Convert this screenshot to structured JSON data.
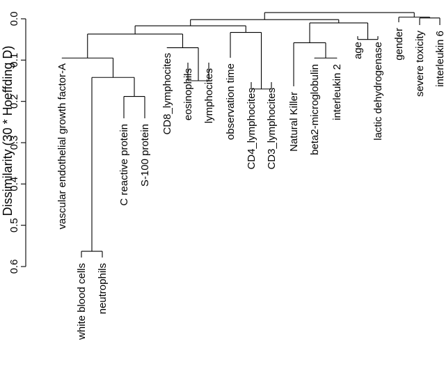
{
  "chart_data": {
    "type": "dendrogram",
    "ylabel": "Dissimilarity (30 * Hoeffding D)",
    "ylim": [
      0.0,
      0.6
    ],
    "yticks": [
      "0.0",
      "0.1",
      "0.2",
      "0.3",
      "0.4",
      "0.5",
      "0.6"
    ],
    "tick_values": [
      0.0,
      0.1,
      0.2,
      0.3,
      0.4,
      0.5,
      0.6
    ],
    "leaves": [
      "vascular endothelial growth factor-A",
      "white blood cells",
      "neutrophils",
      "C reactive protein",
      "S-100 protein",
      "CD8_lymphocites",
      "eosinophils",
      "lymphocites",
      "observation time",
      "CD4_lymphocites",
      "CD3_lymphocites",
      "Natural Killer",
      "beta2-microglobulin",
      "interleukin 2",
      "age",
      "lactic dehydrogenase",
      "gender",
      "severe toxicity",
      "interleukin 6"
    ],
    "merges": [
      {
        "left": "white blood cells",
        "right": "neutrophils",
        "height": 0.563
      },
      {
        "left": "C reactive protein",
        "right": "S-100 protein",
        "height": 0.188
      },
      {
        "left": [
          "white blood cells",
          "neutrophils"
        ],
        "right": [
          "C reactive protein",
          "S-100 protein"
        ],
        "height": 0.142
      },
      {
        "left": "vascular endothelial growth factor-A",
        "right": [
          "white blood cells",
          "neutrophils",
          "C reactive protein",
          "S-100 protein"
        ],
        "height": 0.095
      },
      {
        "left": "eosinophils",
        "right": "lymphocites",
        "height": 0.15
      },
      {
        "left": "CD8_lymphocites",
        "right": [
          "eosinophils",
          "lymphocites"
        ],
        "height": 0.07
      },
      {
        "left": [
          "vascular endothelial growth factor-A",
          "white blood cells",
          "neutrophils",
          "C reactive protein",
          "S-100 protein"
        ],
        "right": [
          "CD8_lymphocites",
          "eosinophils",
          "lymphocites"
        ],
        "height": 0.037
      },
      {
        "left": "CD4_lymphocites",
        "right": "CD3_lymphocites",
        "height": 0.17
      },
      {
        "left": "observation time",
        "right": [
          "CD4_lymphocites",
          "CD3_lymphocites"
        ],
        "height": 0.033
      },
      {
        "left": [
          "vascular endothelial growth factor-A",
          "white blood cells",
          "neutrophils",
          "C reactive protein",
          "S-100 protein",
          "CD8_lymphocites",
          "eosinophils",
          "lymphocites"
        ],
        "right": [
          "observation time",
          "CD4_lymphocites",
          "CD3_lymphocites"
        ],
        "height": 0.017
      },
      {
        "left": "beta2-microglobulin",
        "right": "interleukin 2",
        "height": 0.095
      },
      {
        "left": "Natural Killer",
        "right": [
          "beta2-microglobulin",
          "interleukin 2"
        ],
        "height": 0.058
      },
      {
        "left": "age",
        "right": "lactic dehydrogenase",
        "height": 0.05
      },
      {
        "left": [
          "Natural Killer",
          "beta2-microglobulin",
          "interleukin 2"
        ],
        "right": [
          "age",
          "lactic dehydrogenase"
        ],
        "height": 0.01
      },
      {
        "left": [
          "vascular endothelial growth factor-A",
          "white blood cells",
          "neutrophils",
          "C reactive protein",
          "S-100 protein",
          "CD8_lymphocites",
          "eosinophils",
          "lymphocites",
          "observation time",
          "CD4_lymphocites",
          "CD3_lymphocites"
        ],
        "right": [
          "Natural Killer",
          "beta2-microglobulin",
          "interleukin 2",
          "age",
          "lactic dehydrogenase"
        ],
        "height": 0.002
      },
      {
        "left": "severe toxicity",
        "right": "interleukin 6",
        "height": -0.002
      },
      {
        "left": "gender",
        "right": [
          "severe toxicity",
          "interleukin 6"
        ],
        "height": -0.004
      },
      {
        "left": [
          "vascular endothelial growth factor-A",
          "white blood cells",
          "neutrophils",
          "C reactive protein",
          "S-100 protein",
          "CD8_lymphocites",
          "eosinophils",
          "lymphocites",
          "observation time",
          "CD4_lymphocites",
          "CD3_lymphocites",
          "Natural Killer",
          "beta2-microglobulin",
          "interleukin 2",
          "age",
          "lactic dehydrogenase"
        ],
        "right": [
          "gender",
          "severe toxicity",
          "interleukin 6"
        ],
        "height": -0.015
      }
    ],
    "grid": false,
    "legend": "none"
  }
}
